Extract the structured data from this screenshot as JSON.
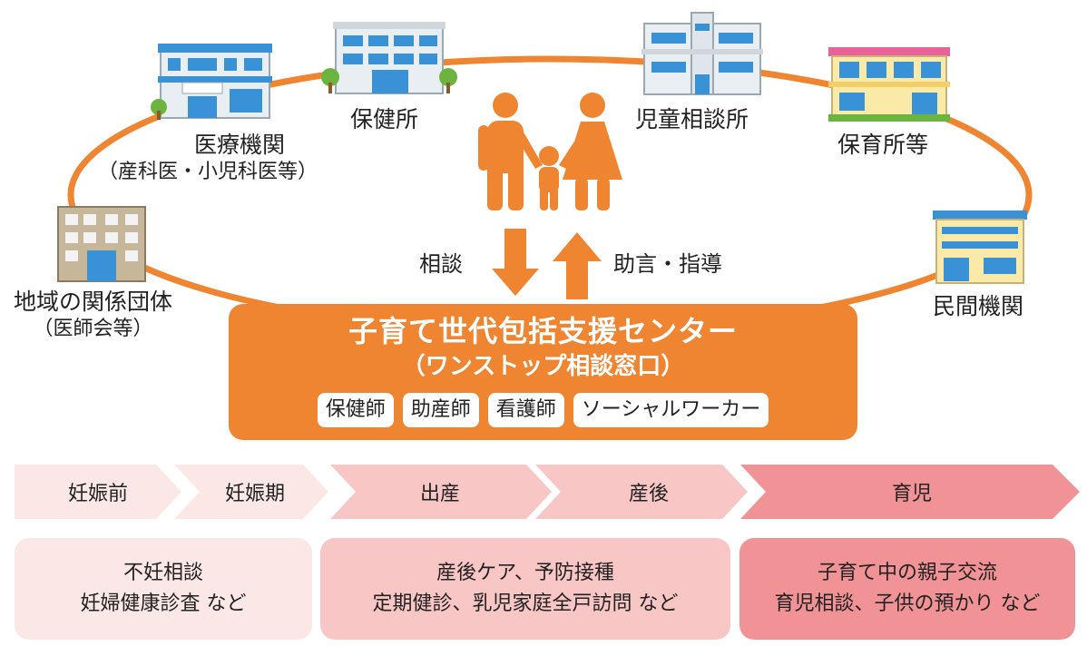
{
  "institutions": {
    "medical": {
      "name": "医療機関",
      "sub": "（産科医・小児科医等）"
    },
    "health_center": {
      "name": "保健所"
    },
    "child_consultation": {
      "name": "児童相談所"
    },
    "nursery": {
      "name": "保育所等"
    },
    "local_groups": {
      "name": "地域の関係団体",
      "sub": "（医師会等）"
    },
    "private": {
      "name": "民間機関"
    }
  },
  "flows": {
    "down_label": "相談",
    "up_label": "助言・指導"
  },
  "center": {
    "title": "子育て世代包括支援センター",
    "subtitle": "（ワンストップ相談窓口）",
    "staff": [
      "保健師",
      "助産師",
      "看護師",
      "ソーシャルワーカー"
    ]
  },
  "stages": [
    "妊娠前",
    "妊娠期",
    "出産",
    "産後",
    "育児"
  ],
  "support": [
    {
      "lines": [
        "不妊相談",
        "妊婦健康診査 など"
      ]
    },
    {
      "lines": [
        "産後ケア、予防接種",
        "定期健診、乳児家庭全戸訪問 など"
      ]
    },
    {
      "lines": [
        "子育て中の親子交流",
        "育児相談、子供の預かり など"
      ]
    }
  ],
  "colors": {
    "orange": "#ef8531",
    "stage_light": "#fce7e7",
    "stage_mid": "#f8c6c4",
    "stage_dark": "#f19296",
    "building_blue": "#3a92d6",
    "building_gray": "#e9eef2"
  }
}
